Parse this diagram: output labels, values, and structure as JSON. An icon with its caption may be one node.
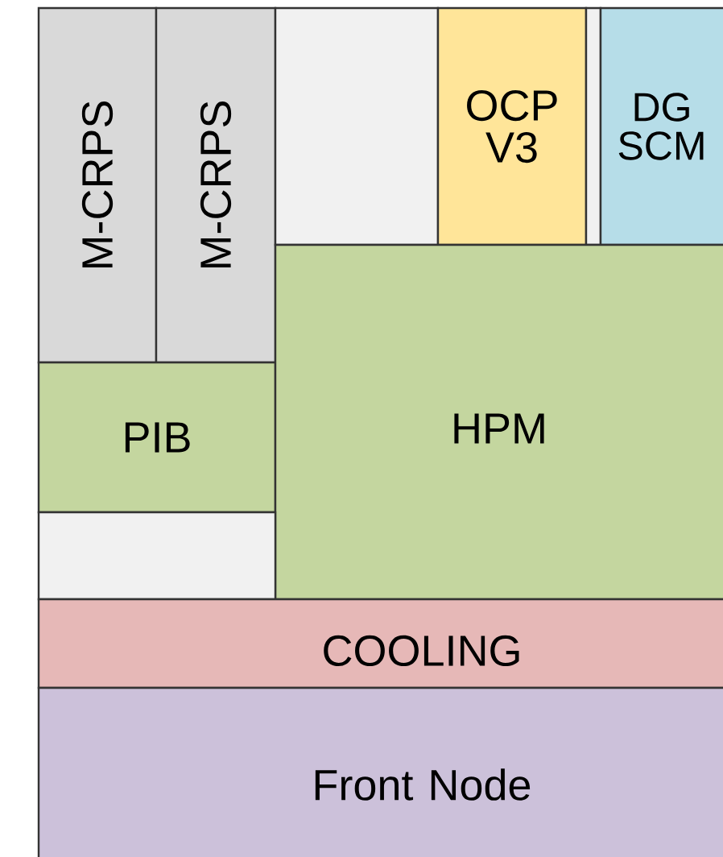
{
  "diagram": {
    "nodes": [
      {
        "text": [
          "M-CRPS"
        ]
      },
      {
        "text": [
          "M-CRPS"
        ]
      },
      {
        "text": [],
        "shape": "box"
      },
      {
        "text": [
          "OCP V3"
        ]
      },
      {
        "text": [],
        "shape": "box"
      },
      {
        "text": [
          "DG SCM"
        ]
      },
      {
        "text": [
          "PIB"
        ]
      },
      {
        "text": [
          "HPM"
        ]
      },
      {
        "text": [],
        "shape": "box"
      },
      {
        "text": [
          "COOLING"
        ]
      },
      {
        "text": [
          "Front Node"
        ]
      }
    ]
  }
}
